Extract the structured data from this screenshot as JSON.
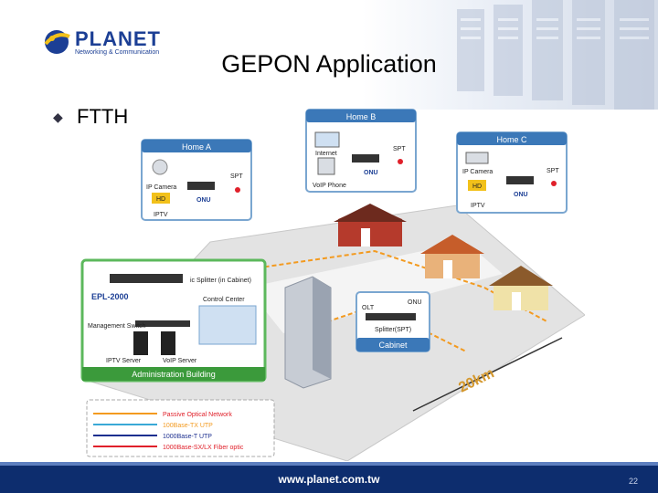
{
  "slide": {
    "title": "GEPON Application",
    "subtitle": "FTTH",
    "logo": {
      "name": "PLANET",
      "tagline": "Networking & Communication"
    },
    "footer_url": "www.planet.com.tw",
    "page_number": "22"
  },
  "diagram": {
    "home_a": {
      "title": "Home A",
      "ip_camera": "IP Camera",
      "iptv": "IPTV",
      "onu": "ONU",
      "spt": "SPT",
      "hd": "HD"
    },
    "home_b": {
      "title": "Home B",
      "internet": "Internet",
      "voip_phone": "VoIP Phone",
      "onu": "ONU",
      "spt": "SPT"
    },
    "home_c": {
      "title": "Home C",
      "ip_camera": "IP Camera",
      "iptv": "IPTV",
      "onu": "ONU",
      "spt": "SPT",
      "hd": "HD"
    },
    "admin": {
      "title": "Administration Building",
      "epl": "EPL-2000",
      "splitter": "ic Splitter (in Cabinet)",
      "control_center": "Control Center",
      "mgmt_switch": "Management Switch",
      "iptv_server": "IPTV Server",
      "voip_server": "VoIP Server"
    },
    "cabinet": {
      "title": "Cabinet",
      "olt": "OLT",
      "onu": "ONU",
      "splitter": "Splitter(SPT)"
    },
    "distance": "20km",
    "legend": [
      {
        "label": "Passive Optical Network",
        "color": "#e0202a"
      },
      {
        "label": "100Base-TX UTP",
        "color": "#3aa9d6"
      },
      {
        "label": "1000Base-T UTP",
        "color": "#1c2f8f"
      },
      {
        "label": "1000Base-SX/LX Fiber optic",
        "color": "#e0202a"
      }
    ]
  }
}
